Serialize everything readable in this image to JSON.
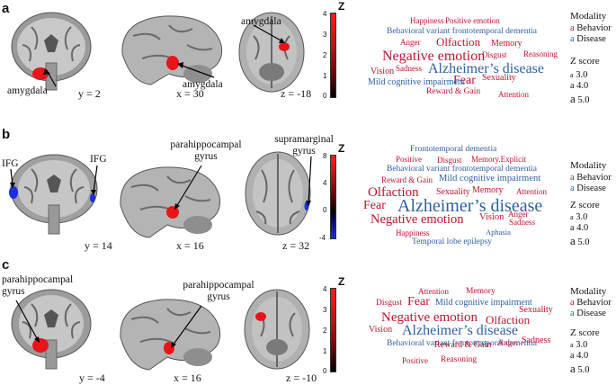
{
  "colors": {
    "behavior": "#c8102e",
    "disease": "#2e5ea8",
    "roi_red": "#e8141c",
    "roi_blue": "#1a2fe0"
  },
  "panels": [
    {
      "letter": "a",
      "coords": [
        "y = 2",
        "x = 30",
        "z = -18"
      ],
      "roi_labels": [
        "amygdala",
        "amygdala",
        "amygdala"
      ],
      "colorbar": {
        "title": "Z",
        "ticks": [
          "4",
          "3",
          "2",
          "1",
          "0"
        ]
      },
      "words": [
        {
          "t": "Happiness",
          "c": "b",
          "s": 9
        },
        {
          "t": "Positive emotion",
          "c": "b",
          "s": 9
        },
        {
          "t": "Behavioral variant frontotemporal dementia",
          "c": "d",
          "s": 9.5
        },
        {
          "t": "Anger",
          "c": "b",
          "s": 9
        },
        {
          "t": "Olfaction",
          "c": "b",
          "s": 13
        },
        {
          "t": "Memory",
          "c": "b",
          "s": 10
        },
        {
          "t": "Negative emotion",
          "c": "b",
          "s": 16
        },
        {
          "t": "Disgust",
          "c": "b",
          "s": 9
        },
        {
          "t": "Reasoning",
          "c": "b",
          "s": 9
        },
        {
          "t": "Sadness",
          "c": "b",
          "s": 9
        },
        {
          "t": "Alzheimer’s disease",
          "c": "d",
          "s": 16
        },
        {
          "t": "Vision",
          "c": "b",
          "s": 10
        },
        {
          "t": "Fear",
          "c": "b",
          "s": 14
        },
        {
          "t": "Sexuality",
          "c": "b",
          "s": 10
        },
        {
          "t": "Mild cognitive impairment",
          "c": "d",
          "s": 10
        },
        {
          "t": "Reward & Gain",
          "c": "b",
          "s": 9.5
        },
        {
          "t": "Attention",
          "c": "b",
          "s": 9
        }
      ],
      "legend": {
        "modality": "Modality",
        "behavior": "Behavior",
        "disease": "Disease",
        "zscore": "Z score",
        "z_values": [
          "3.0",
          "4.0",
          "5.0"
        ],
        "key_letter": "a"
      }
    },
    {
      "letter": "b",
      "coords": [
        "y = 14",
        "x = 16",
        "z = 32"
      ],
      "roi_labels": [
        "IFG",
        "IFG",
        "parahippocampal gyrus",
        "supramarginal gyrus"
      ],
      "colorbar": {
        "title": "Z",
        "ticks": [
          "8",
          "4",
          "0",
          "-4"
        ]
      },
      "words": [
        {
          "t": "Frontotemporal dementia",
          "c": "d",
          "s": 9.5
        },
        {
          "t": "Positive",
          "c": "b",
          "s": 9
        },
        {
          "t": "Disgust",
          "c": "b",
          "s": 9
        },
        {
          "t": "Memory.Explicit",
          "c": "b",
          "s": 9
        },
        {
          "t": "Behavioral variant frontotemporal dementia",
          "c": "d",
          "s": 9.5
        },
        {
          "t": "Reward & Gain",
          "c": "b",
          "s": 9
        },
        {
          "t": "Mild cognitive impairment",
          "c": "d",
          "s": 10.5
        },
        {
          "t": "Olfaction",
          "c": "b",
          "s": 15
        },
        {
          "t": "Sexuality",
          "c": "b",
          "s": 10
        },
        {
          "t": "Memory",
          "c": "b",
          "s": 10
        },
        {
          "t": "Attention",
          "c": "b",
          "s": 9
        },
        {
          "t": "Fear",
          "c": "b",
          "s": 14
        },
        {
          "t": "Alzheimer’s disease",
          "c": "d",
          "s": 20
        },
        {
          "t": "Negative emotion",
          "c": "b",
          "s": 14.5
        },
        {
          "t": "Vision",
          "c": "b",
          "s": 10.5
        },
        {
          "t": "Anger",
          "c": "b",
          "s": 9
        },
        {
          "t": "Sadness",
          "c": "b",
          "s": 9
        },
        {
          "t": "Aphasia",
          "c": "d",
          "s": 8.5
        },
        {
          "t": "Happiness",
          "c": "b",
          "s": 9
        },
        {
          "t": "Temporal lobe epilepsy",
          "c": "d",
          "s": 9.5
        }
      ],
      "legend": {
        "modality": "Modality",
        "behavior": "Behavior",
        "disease": "Disease",
        "zscore": "Z score",
        "z_values": [
          "3.0",
          "4.0",
          "5.0"
        ],
        "key_letter": "a"
      }
    },
    {
      "letter": "c",
      "coords": [
        "y = -4",
        "x = 16",
        "z = -10"
      ],
      "roi_labels": [
        "parahippocampal gyrus",
        "parahippocampal gyrus"
      ],
      "colorbar": {
        "title": "Z",
        "ticks": [
          "4",
          "3",
          "2",
          "1",
          "0"
        ]
      },
      "words": [
        {
          "t": "Attention",
          "c": "b",
          "s": 9
        },
        {
          "t": "Memory",
          "c": "b",
          "s": 9.5
        },
        {
          "t": "Disgust",
          "c": "b",
          "s": 9.5
        },
        {
          "t": "Fear",
          "c": "b",
          "s": 14
        },
        {
          "t": "Mild cognitive impairment",
          "c": "d",
          "s": 10
        },
        {
          "t": "Sexuality",
          "c": "b",
          "s": 10
        },
        {
          "t": "Negative emotion",
          "c": "b",
          "s": 15
        },
        {
          "t": "Olfaction",
          "c": "b",
          "s": 13
        },
        {
          "t": "Vision",
          "c": "b",
          "s": 10
        },
        {
          "t": "Alzheimer’s disease",
          "c": "d",
          "s": 16
        },
        {
          "t": "Behavioral variant frontotemporal dementia",
          "c": "d",
          "s": 9.5
        },
        {
          "t": "Reward & Gain",
          "c": "b",
          "s": 10
        },
        {
          "t": "Anger",
          "c": "b",
          "s": 9.5
        },
        {
          "t": "Sadness",
          "c": "b",
          "s": 10
        },
        {
          "t": "Positive",
          "c": "b",
          "s": 9
        },
        {
          "t": "Reasoning",
          "c": "b",
          "s": 9.5
        }
      ],
      "legend": {
        "modality": "Modality",
        "behavior": "Behavior",
        "disease": "Disease",
        "zscore": "Z score",
        "z_values": [
          "3.0",
          "4.0",
          "5.0"
        ],
        "key_letter": "a"
      }
    }
  ]
}
